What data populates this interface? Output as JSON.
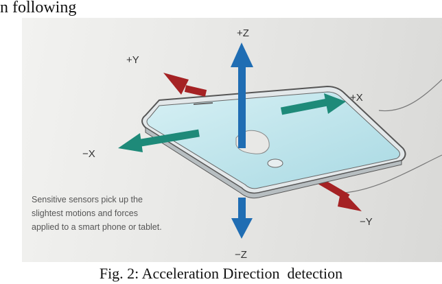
{
  "page": {
    "top_text": "n following",
    "caption": "Fig. 2: Acceleration Direction  detection"
  },
  "figure": {
    "axis_labels": {
      "plus_z": "+Z",
      "minus_z": "−Z",
      "plus_y": "+Y",
      "minus_y": "−Y",
      "plus_x": "+X",
      "minus_x": "−X"
    },
    "note_lines": [
      "Sensitive sensors pick up the",
      "slightest motions and forces",
      "applied to a smart phone or tablet."
    ],
    "colors": {
      "z_axis": "#1f6db3",
      "y_axis": "#a52224",
      "x_axis": "#1e8a79",
      "phone_body": "#c8d0d2",
      "phone_screen": "#b9e3ea"
    }
  }
}
